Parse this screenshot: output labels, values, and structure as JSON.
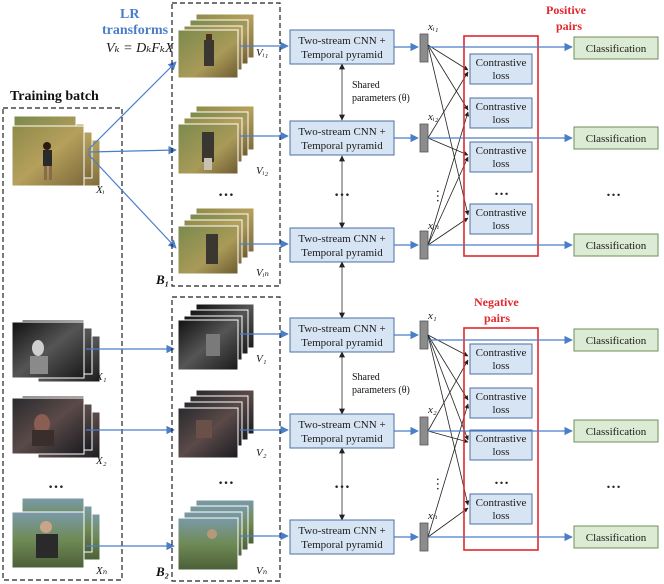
{
  "training_batch": {
    "title": "Training batch"
  },
  "lr_transforms": {
    "title_line1": "LR",
    "title_line2": "transforms",
    "formula": "Vₖ = DₖFₖX"
  },
  "set_labels": {
    "b1": "B₁",
    "b2": "B₂"
  },
  "cnn_box_line1": "Two-stream CNN +",
  "cnn_box_line2": "Temporal pyramid",
  "shared_params": {
    "line1": "Shared",
    "line2": "parameters (θ)"
  },
  "contrastive_line1": "Contrastive",
  "contrastive_line2": "loss",
  "classification_label": "Classification",
  "positive_pairs": {
    "line1": "Positive",
    "line2": "pairs"
  },
  "negative_pairs": {
    "line1": "Negative",
    "line2": "pairs"
  },
  "ellipsis": "…",
  "input_labels": [
    "Xᵢ",
    "X₁",
    "X₂",
    "Xₙ"
  ],
  "positive_video_labels": [
    "Vᵢ₁",
    "Vᵢ₂",
    "Vᵢₙ"
  ],
  "negative_video_labels": [
    "V₁",
    "V₂",
    "Vₙ"
  ],
  "positive_feature_labels": [
    "xᵢ₁",
    "xᵢ₂",
    "xᵢₙ"
  ],
  "negative_feature_labels": [
    "x₁",
    "x₂",
    "xₙ"
  ],
  "colors": {
    "arrow_blue": "#4a7ec9",
    "box_blue_fill": "#d6e4f3",
    "box_blue_stroke": "#4f6fa0",
    "box_green_fill": "#dcebd3",
    "box_green_stroke": "#6c8f5a",
    "pair_red": "#e0282e",
    "feature_gray": "#8c8c8c"
  }
}
